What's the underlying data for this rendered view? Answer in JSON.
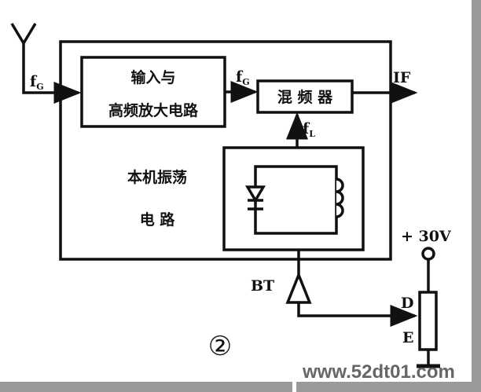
{
  "blocks": {
    "input_amp": [
      "输入与",
      "高频放大电路"
    ],
    "mixer": "混 频 器",
    "oscillator": [
      "本机振荡",
      "电  路"
    ]
  },
  "signals": {
    "antenna_in": "f",
    "antenna_in_sub": "G",
    "amp_out": "f",
    "amp_out_sub": "G",
    "osc_out": "f",
    "osc_out_sub": "L",
    "output": "IF"
  },
  "components": {
    "varactor_label": "BT",
    "supply": "+ 30V",
    "pot_wiper": "D",
    "pot_bottom": "E"
  },
  "figure_number": "②",
  "watermark": "www.52dt01.com"
}
